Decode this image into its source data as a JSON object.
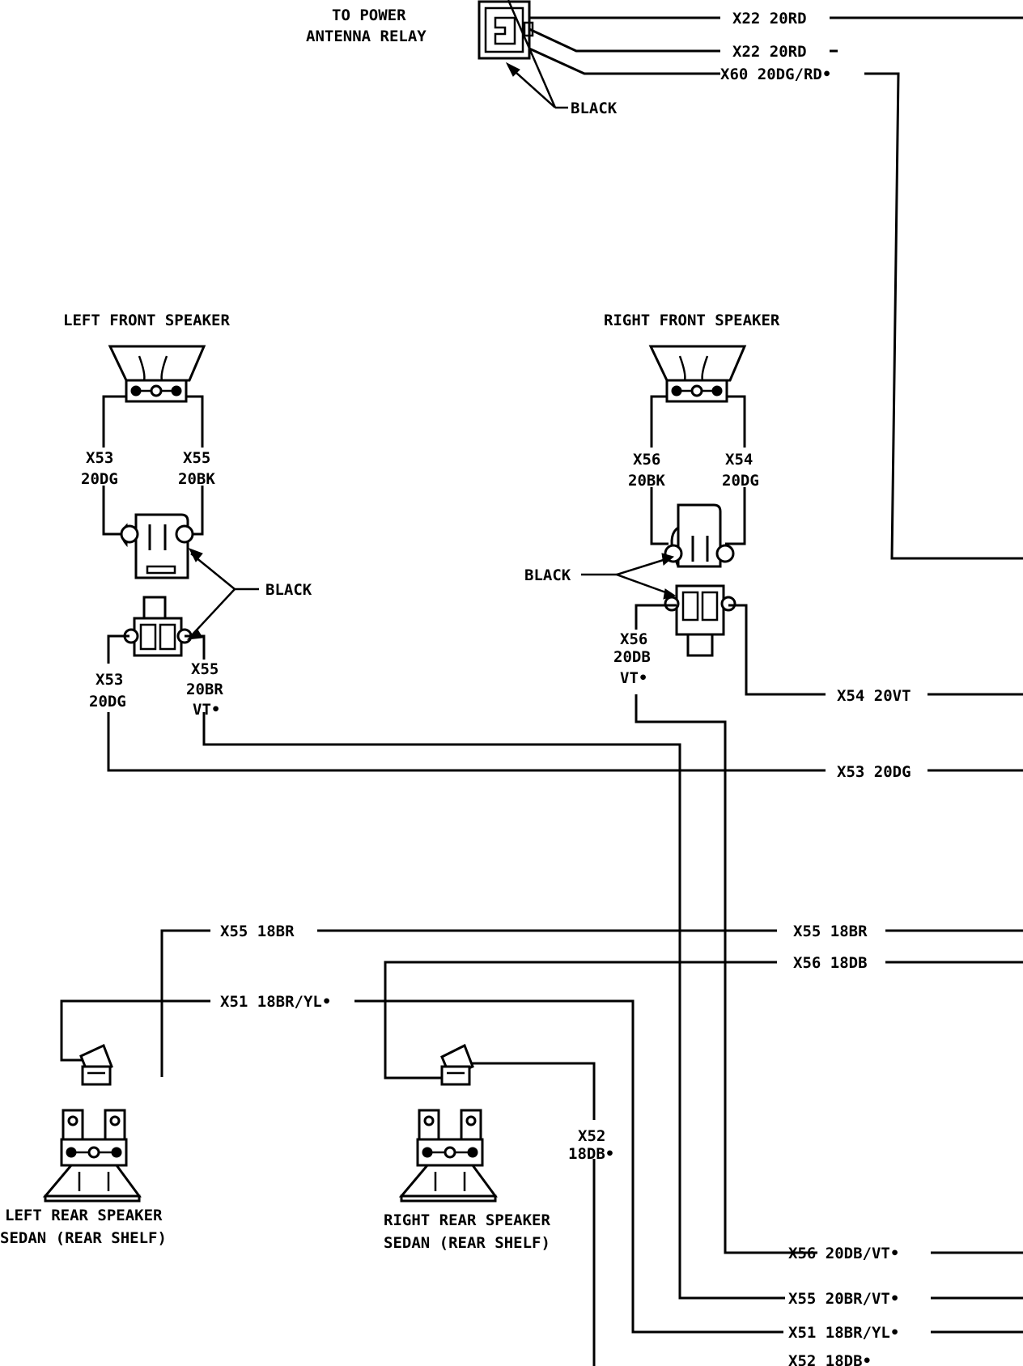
{
  "labels": {
    "antenna_to": "TO POWER",
    "antenna_relay": "ANTENNA RELAY",
    "antenna_black": "BLACK",
    "lf_title": "LEFT FRONT SPEAKER",
    "rf_title": "RIGHT FRONT SPEAKER",
    "lf_black": "BLACK",
    "rf_black": "BLACK",
    "lr_title_1": "LEFT REAR SPEAKER",
    "lr_title_2": "SEDAN (REAR SHELF)",
    "rr_title_1": "RIGHT REAR SPEAKER",
    "rr_title_2": "SEDAN (REAR SHELF)"
  },
  "circuits": {
    "x22_a": "X22 20RD",
    "x22_b": "X22 20RD",
    "x60": "X60 20DG/RD•",
    "lf_x53_top_1": "X53",
    "lf_x53_top_2": "20DG",
    "lf_x55_top_1": "X55",
    "lf_x55_top_2": "20BK",
    "lf_x53_bot_1": "X53",
    "lf_x53_bot_2": "20DG",
    "lf_x55_bot_1": "X55",
    "lf_x55_bot_2": "20BR",
    "lf_x55_bot_3": "VT•",
    "rf_x56_top_1": "X56",
    "rf_x56_top_2": "20BK",
    "rf_x54_top_1": "X54",
    "rf_x54_top_2": "20DG",
    "rf_x56_bot_1": "X56",
    "rf_x56_bot_2": "20DB",
    "rf_x56_bot_3": "VT•",
    "x54_20vt": "X54 20VT",
    "x53_20dg": "X53 20DG",
    "x55_18br_left": "X55 18BR",
    "x55_18br_right": "X55 18BR",
    "x56_18db": "X56 18DB",
    "x51_18bryl": "X51 18BR/YL•",
    "x52_1": "X52",
    "x52_2": "18DB•",
    "x56_20dbvt": "X56 20DB/VT•",
    "x55_20brvt": "X55 20BR/VT•",
    "x51_18bryl_bottom": "X51 18BR/YL•",
    "x52_18db_bottom": "X52 18DB•"
  }
}
